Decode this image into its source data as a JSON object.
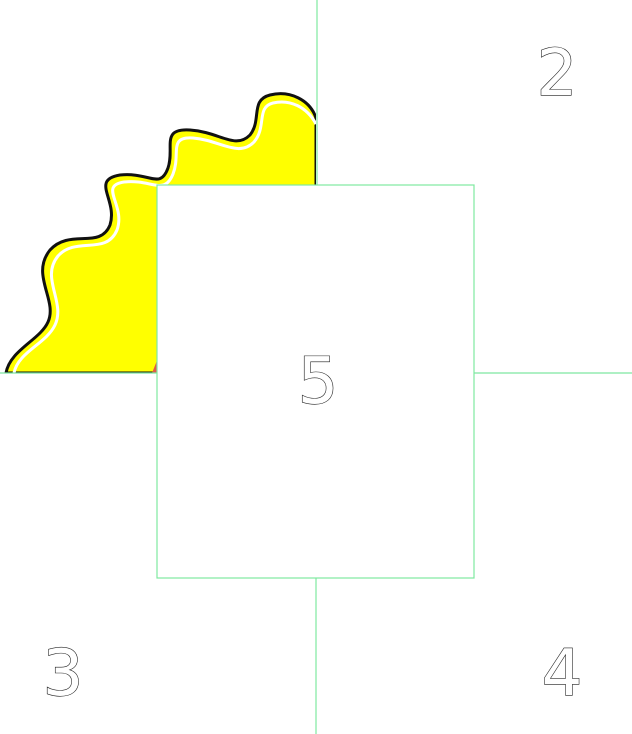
{
  "puzzle": {
    "pieces": [
      {
        "label": "2",
        "region": "top-right"
      },
      {
        "label": "3",
        "region": "bottom-left"
      },
      {
        "label": "4",
        "region": "bottom-right"
      },
      {
        "label": "5",
        "region": "center"
      }
    ],
    "colors": {
      "divider_line": "#7ee8a0",
      "fill_yellow": "#ffff00",
      "fill_outline": "#111111",
      "accent_red": "#e05a4a",
      "background": "#ffffff"
    }
  }
}
